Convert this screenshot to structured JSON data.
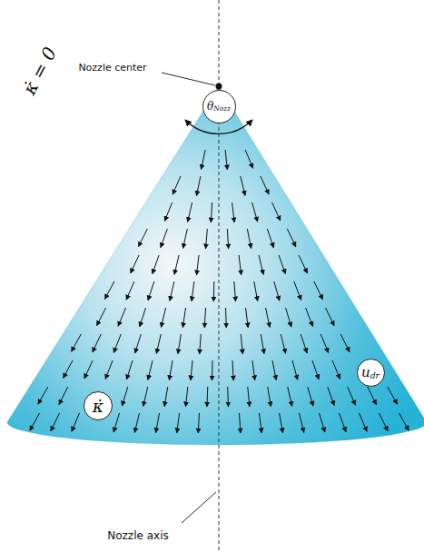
{
  "diagram": {
    "nodes": [
      {
        "text": [
          "θ",
          "Nozz"
        ]
      },
      {
        "text": [
          "κ̇"
        ]
      },
      {
        "text": [
          "u",
          "dr"
        ]
      }
    ],
    "labels": [
      "Nozzle center",
      "κ̇ = 0",
      "Nozzle axis"
    ]
  }
}
